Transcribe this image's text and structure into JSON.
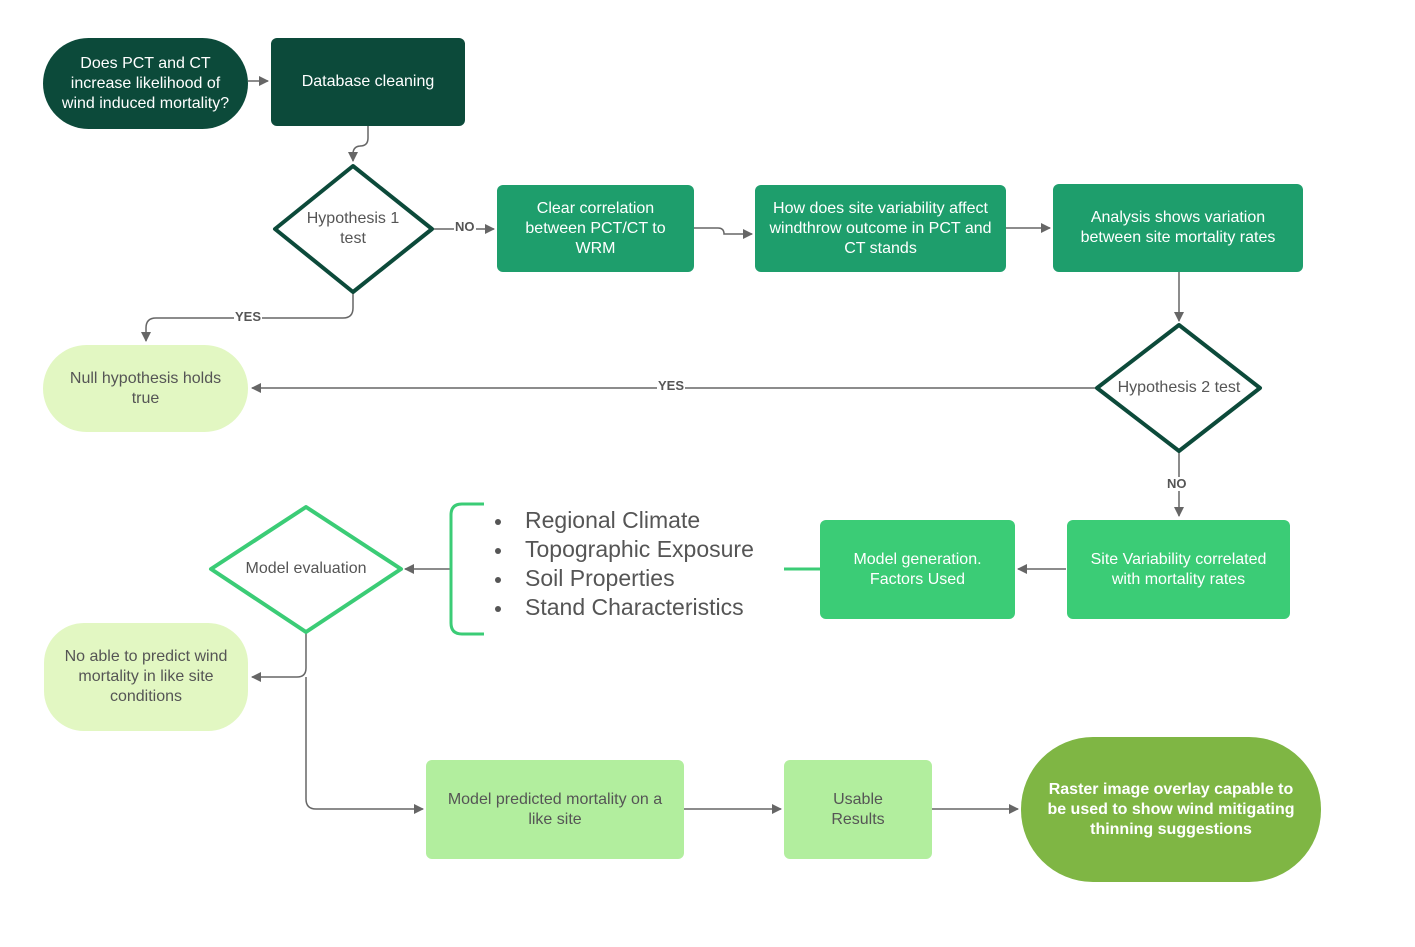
{
  "nodes": {
    "question": "Does PCT and CT increase likelihood of wind induced mortality?",
    "db_clean": "Database cleaning",
    "hyp1": "Hypothesis 1 test",
    "clear_corr": "Clear correlation between PCT/CT to WRM",
    "site_var_q": "How does site variability affect windthrow outcome in PCT and CT stands",
    "analysis": "Analysis shows variation between site mortality rates",
    "null_hyp": "Null hypothesis holds true",
    "hyp2": "Hypothesis 2 test",
    "site_corr": "Site Variability correlated with mortality rates",
    "model_gen": "Model generation. Factors Used",
    "model_eval": "Model evaluation",
    "no_predict": "No able to predict wind mortality in like site conditions",
    "model_pred": "Model predicted mortality on a like site",
    "usable": "Usable Results",
    "raster": "Raster image overlay capable to be used to show wind mitigating thinning suggestions"
  },
  "edge_labels": {
    "h1_no": "NO",
    "h1_yes": "YES",
    "h2_yes": "YES",
    "h2_no": "NO"
  },
  "factors": [
    "Regional Climate",
    "Topographic Exposure",
    "Soil Properties",
    "Stand Characteristics"
  ],
  "colors": {
    "dark_green": "#0c4a3a",
    "mid_green": "#1e9e6c",
    "bright_green": "#3bcc76",
    "pale_green": "#e2f7c2",
    "soft_green": "#b2ee9e",
    "olive_green": "#7fb644",
    "connector": "#666666"
  }
}
